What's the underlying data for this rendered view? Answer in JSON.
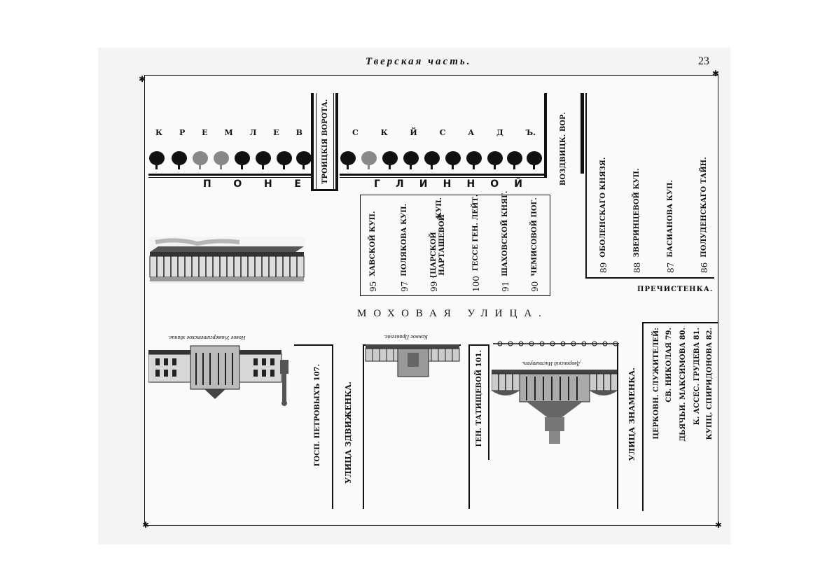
{
  "header": {
    "title": "Тверская часть.",
    "page_number": "23"
  },
  "top_street": {
    "garden_letters": [
      "К",
      "Р",
      "Е",
      "М",
      "Л",
      "Е",
      "В",
      "С",
      "К",
      "Й",
      "С",
      "А",
      "Д",
      "Ъ."
    ],
    "along_letters": [
      "П",
      "О",
      "Н",
      "Е",
      "Г",
      "Л",
      "И",
      "Н",
      "Н",
      "О",
      "Й"
    ],
    "gate_label": "ТРОИЦКІЯ ВОРОТА.",
    "vozd_label": "ВОЗДВИЦК. ВОР."
  },
  "parcels_left": [
    {
      "num": "95",
      "owner": "ХАВСКОЙ КУП."
    },
    {
      "num": "97",
      "owner": "ПОЛЯКОВА КУП."
    },
    {
      "num": "99",
      "owner_a": "ЦАРСКОЙ",
      "owner_b": "НАРТАШЕВОЙ",
      "owner_c": "КУП."
    },
    {
      "num": "100",
      "owner": "ГЕССЕ ГЕН. ЛЕЙТ."
    },
    {
      "num": "91",
      "owner": "ШАХОВСКОЙ КНЯГ."
    },
    {
      "num": "90",
      "owner": "ЧЕМИСОВОЙ ПОГ."
    }
  ],
  "parcels_right": [
    {
      "num": "89",
      "owner": "ОБОЛЕНСКАГО КНЯЗЯ."
    },
    {
      "num": "88",
      "owner": "ЗВЕРИНЦЕВОЙ КУП."
    },
    {
      "num": "87",
      "owner": "БАСИАНОВА КУП."
    },
    {
      "num": "86",
      "owner": "ПОЛУДЕНСКАГО ТАЙН."
    }
  ],
  "prechistenka": "ПРЕЧИСТЕНКА.",
  "mokhovaya": "МОХОВАЯ УЛИЦА.",
  "bottom": {
    "caption_university": "Новое Университетское здание.",
    "caption_arena": "Конное Правленіе.",
    "caption_institute": "Дворянскій Институтъ.",
    "gosp_petrovykh": "ГОСП. ПЕТРОВЫХЪ 107.",
    "ulitsa_zdvizhenka": "УЛИЦА ЗДВИЖЕНКА.",
    "gen_tatishchevoy": "ГЕН. ТАТИЩЕВОЙ 101.",
    "ulitsa_znamenka": "УЛИЦА ЗНАМЕНКА.",
    "church_lines": [
      "ЦЕРКОВН. СЛУЖИТЕЛЕЙ:",
      "СВ. НИКОЛАЯ 79.",
      "ДЬЯЧЬИ. МАКСИМОВА 80.",
      "К. АССЕС. ГРУДЕВА 81.",
      "КУПЦ. СПИРИДОНОВА 82."
    ]
  }
}
